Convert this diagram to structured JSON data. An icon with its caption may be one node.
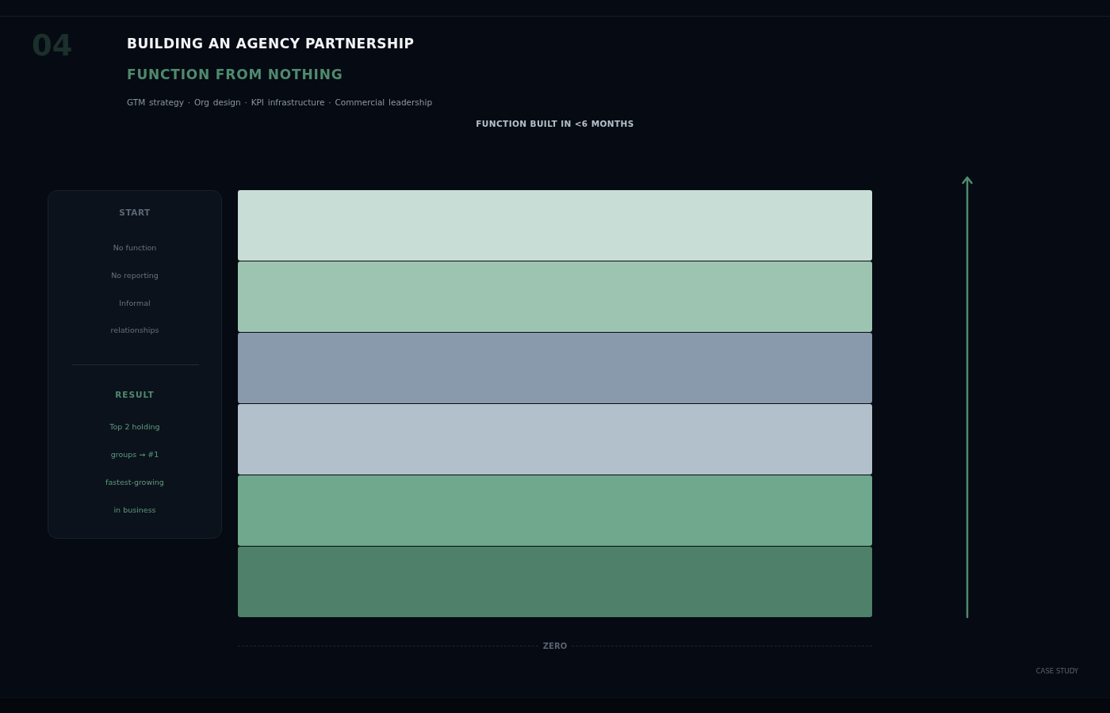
{
  "diagram": {
    "title": "BUILDING AN AGENCY PARTNERSHIP",
    "nodes": [
      {
        "text": [
          "START",
          "No function",
          "No reporting",
          "Informal relationships",
          "RESULT",
          "Top 2 holding groups → #1 fastest-growing in business"
        ]
      },
      {
        "text": [],
        "shape": "bar"
      },
      {
        "text": [],
        "shape": "bar"
      },
      {
        "text": [],
        "shape": "bar"
      },
      {
        "text": [],
        "shape": "bar"
      },
      {
        "text": [],
        "shape": "bar"
      },
      {
        "text": [],
        "shape": "bar"
      }
    ],
    "labels": [
      "04",
      "FUNCTION FROM NOTHING",
      "GTM strategy · Org design · KPI infrastructure · Commercial leadership",
      "FUNCTION BUILT IN <6 MONTHS",
      "ZERO",
      "CASE STUDY"
    ]
  }
}
